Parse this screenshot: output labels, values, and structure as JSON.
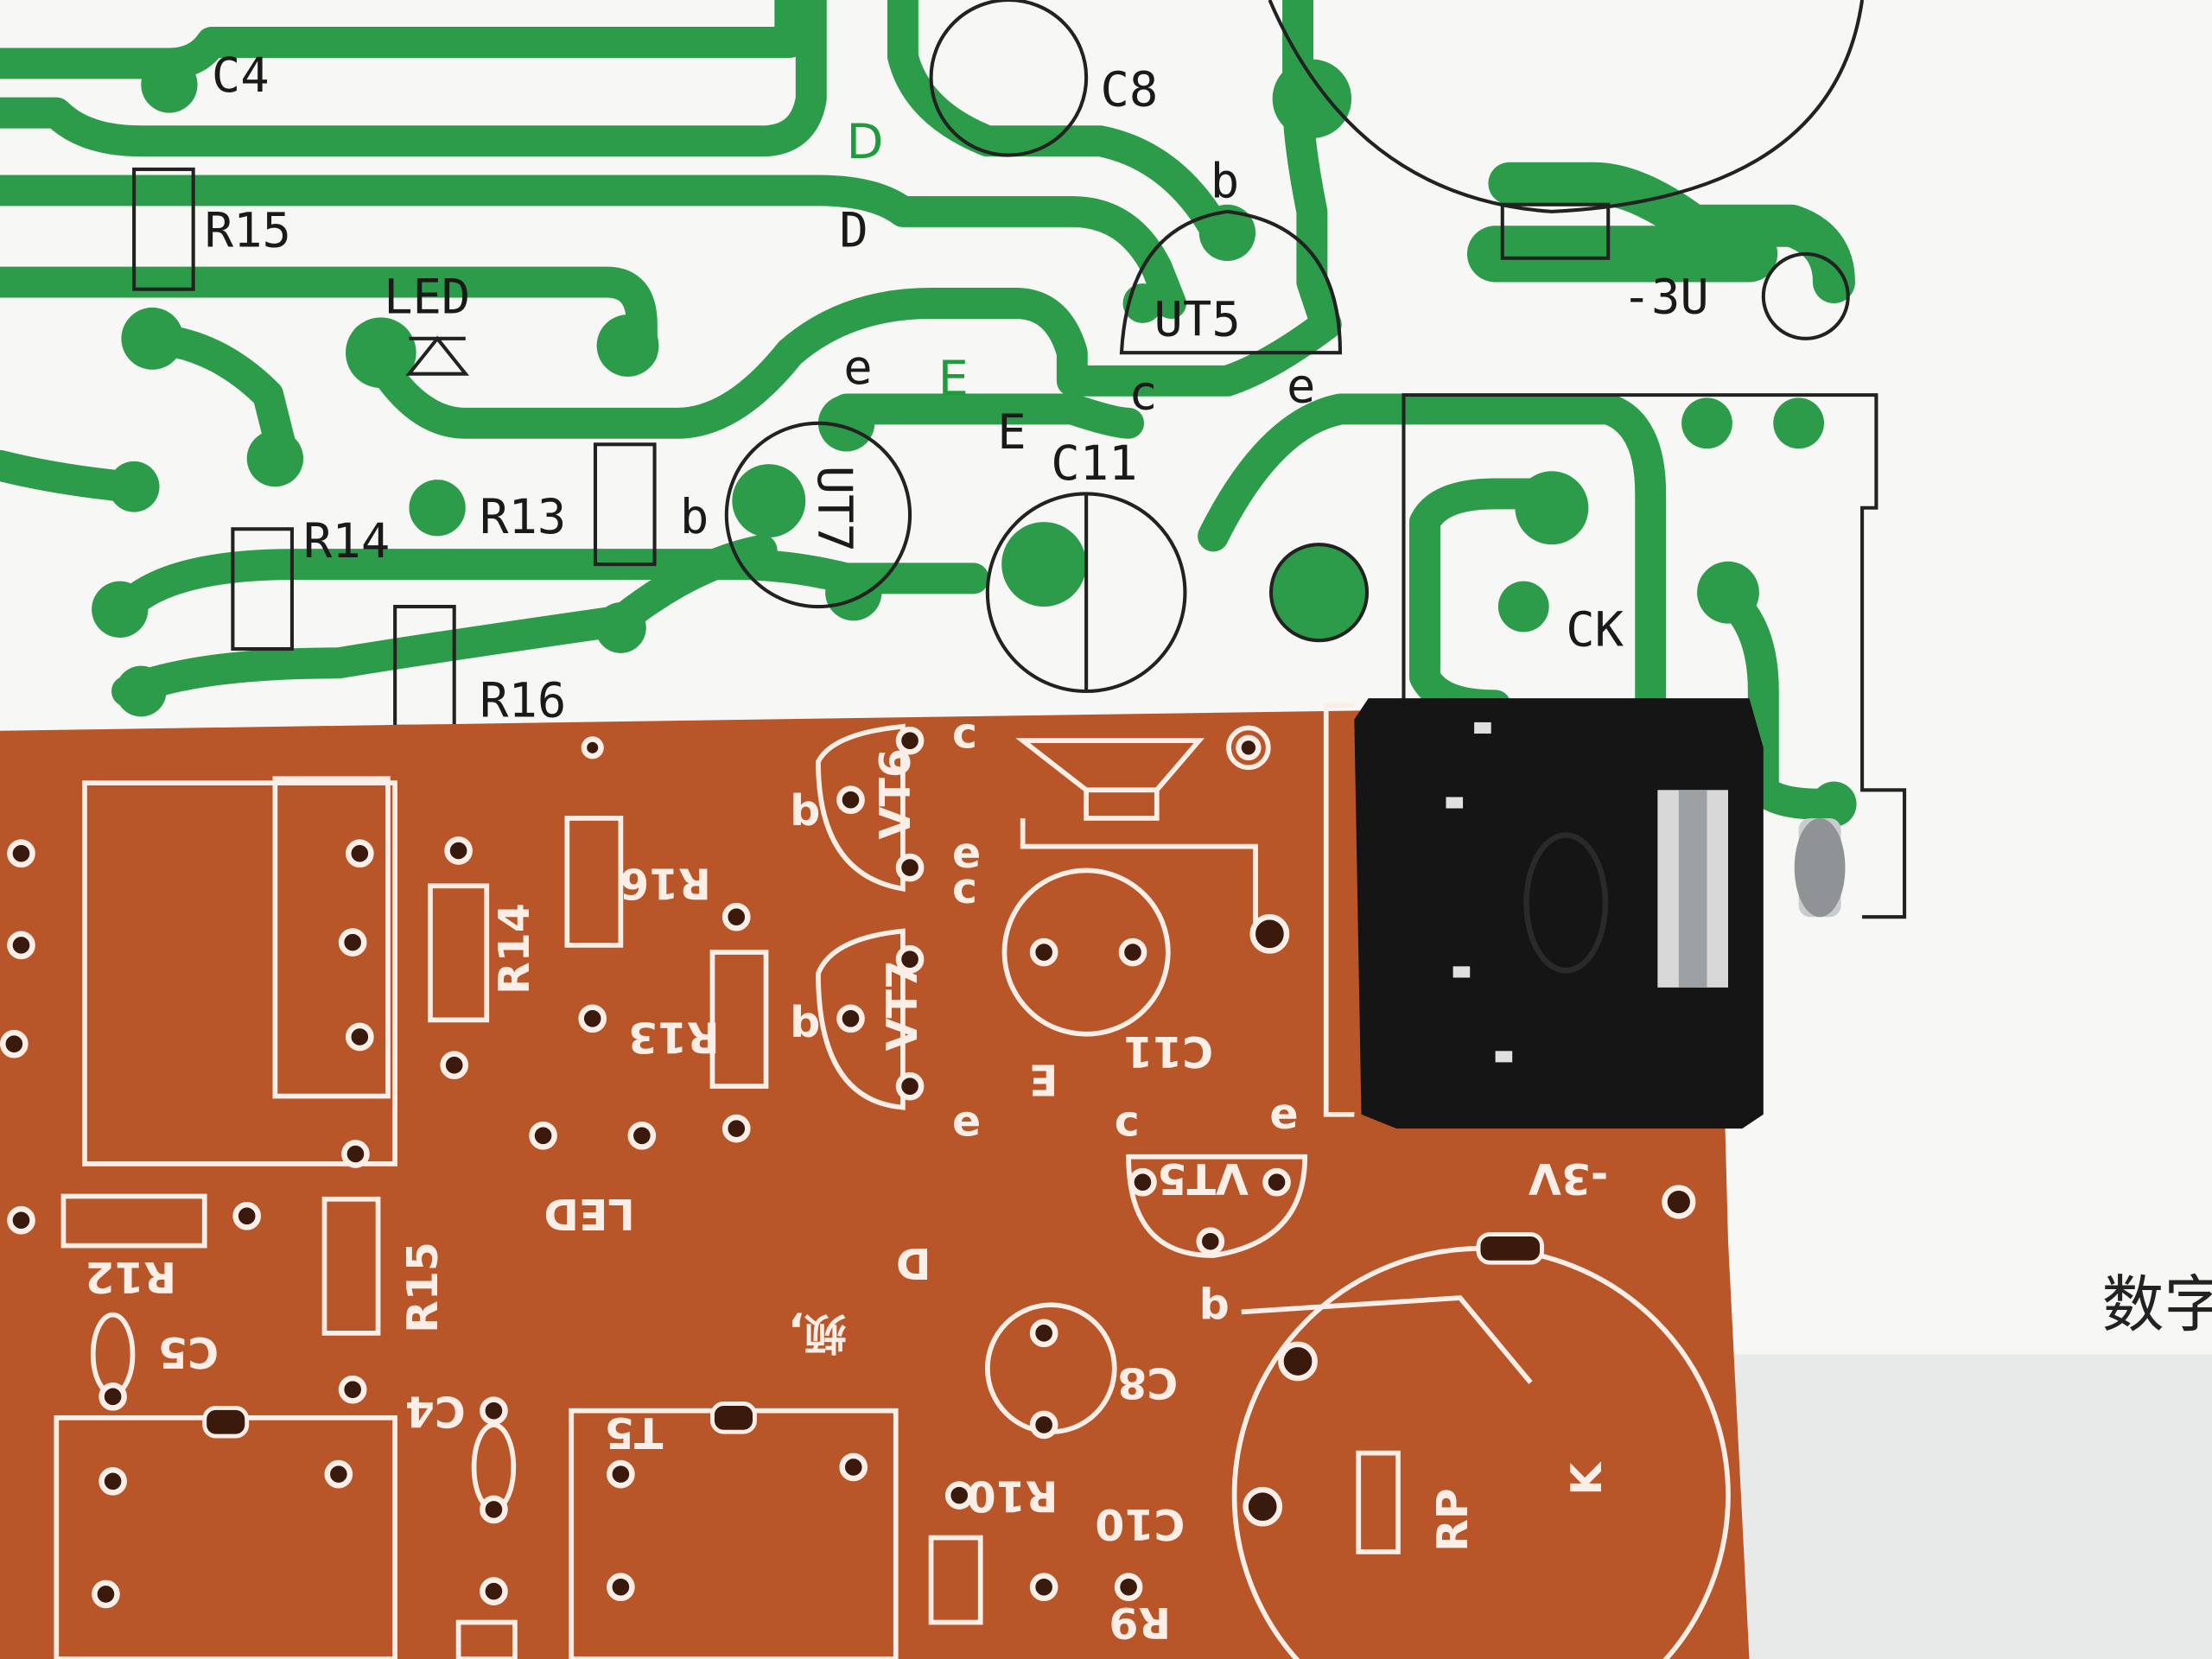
{
  "colors": {
    "paper": "#f7f8f6",
    "trace_green": "#2c9c4a",
    "pcb_orange": "#b8562a",
    "silkscreen": "#fbeee6",
    "jack_black": "#151515"
  },
  "schematic_labels": {
    "c4": "C4",
    "c8": "C8",
    "r15": "R15",
    "d_green": "D",
    "d": "D",
    "led": "LED",
    "b_vt5": "b",
    "ut5": "UT5",
    "minus3u": "-3U",
    "e1": "e",
    "e_green": "E",
    "c": "c",
    "e2": "e",
    "e3": "E",
    "c11": "C11",
    "r13": "R13",
    "b_vt7": "b",
    "r14": "R14",
    "ut7": "UT7",
    "ck": "CK",
    "r16": "R16",
    "page_text": "数字"
  },
  "pcb_labels": {
    "r16": "R16",
    "vt6": "VT6",
    "r14": "R14",
    "r13": "R13",
    "vt7": "VT7",
    "c11": "C11",
    "e": "E",
    "led": "LED",
    "vt5": "VT5",
    "minus3v": "-3V",
    "r12": "R12",
    "r15": "R15",
    "c5": "C5",
    "c4": "C4",
    "t5": "T5",
    "d": "D",
    "c8": "C8",
    "r10": "R10",
    "c10": "C10",
    "r9": "R9",
    "rp": "RP",
    "k": "K",
    "b1": "b",
    "c1": "c",
    "e1": "e",
    "b2": "b",
    "c2": "c",
    "e2": "e",
    "c3": "c",
    "e3": "e",
    "b3": "b",
    "jian": "频,"
  }
}
